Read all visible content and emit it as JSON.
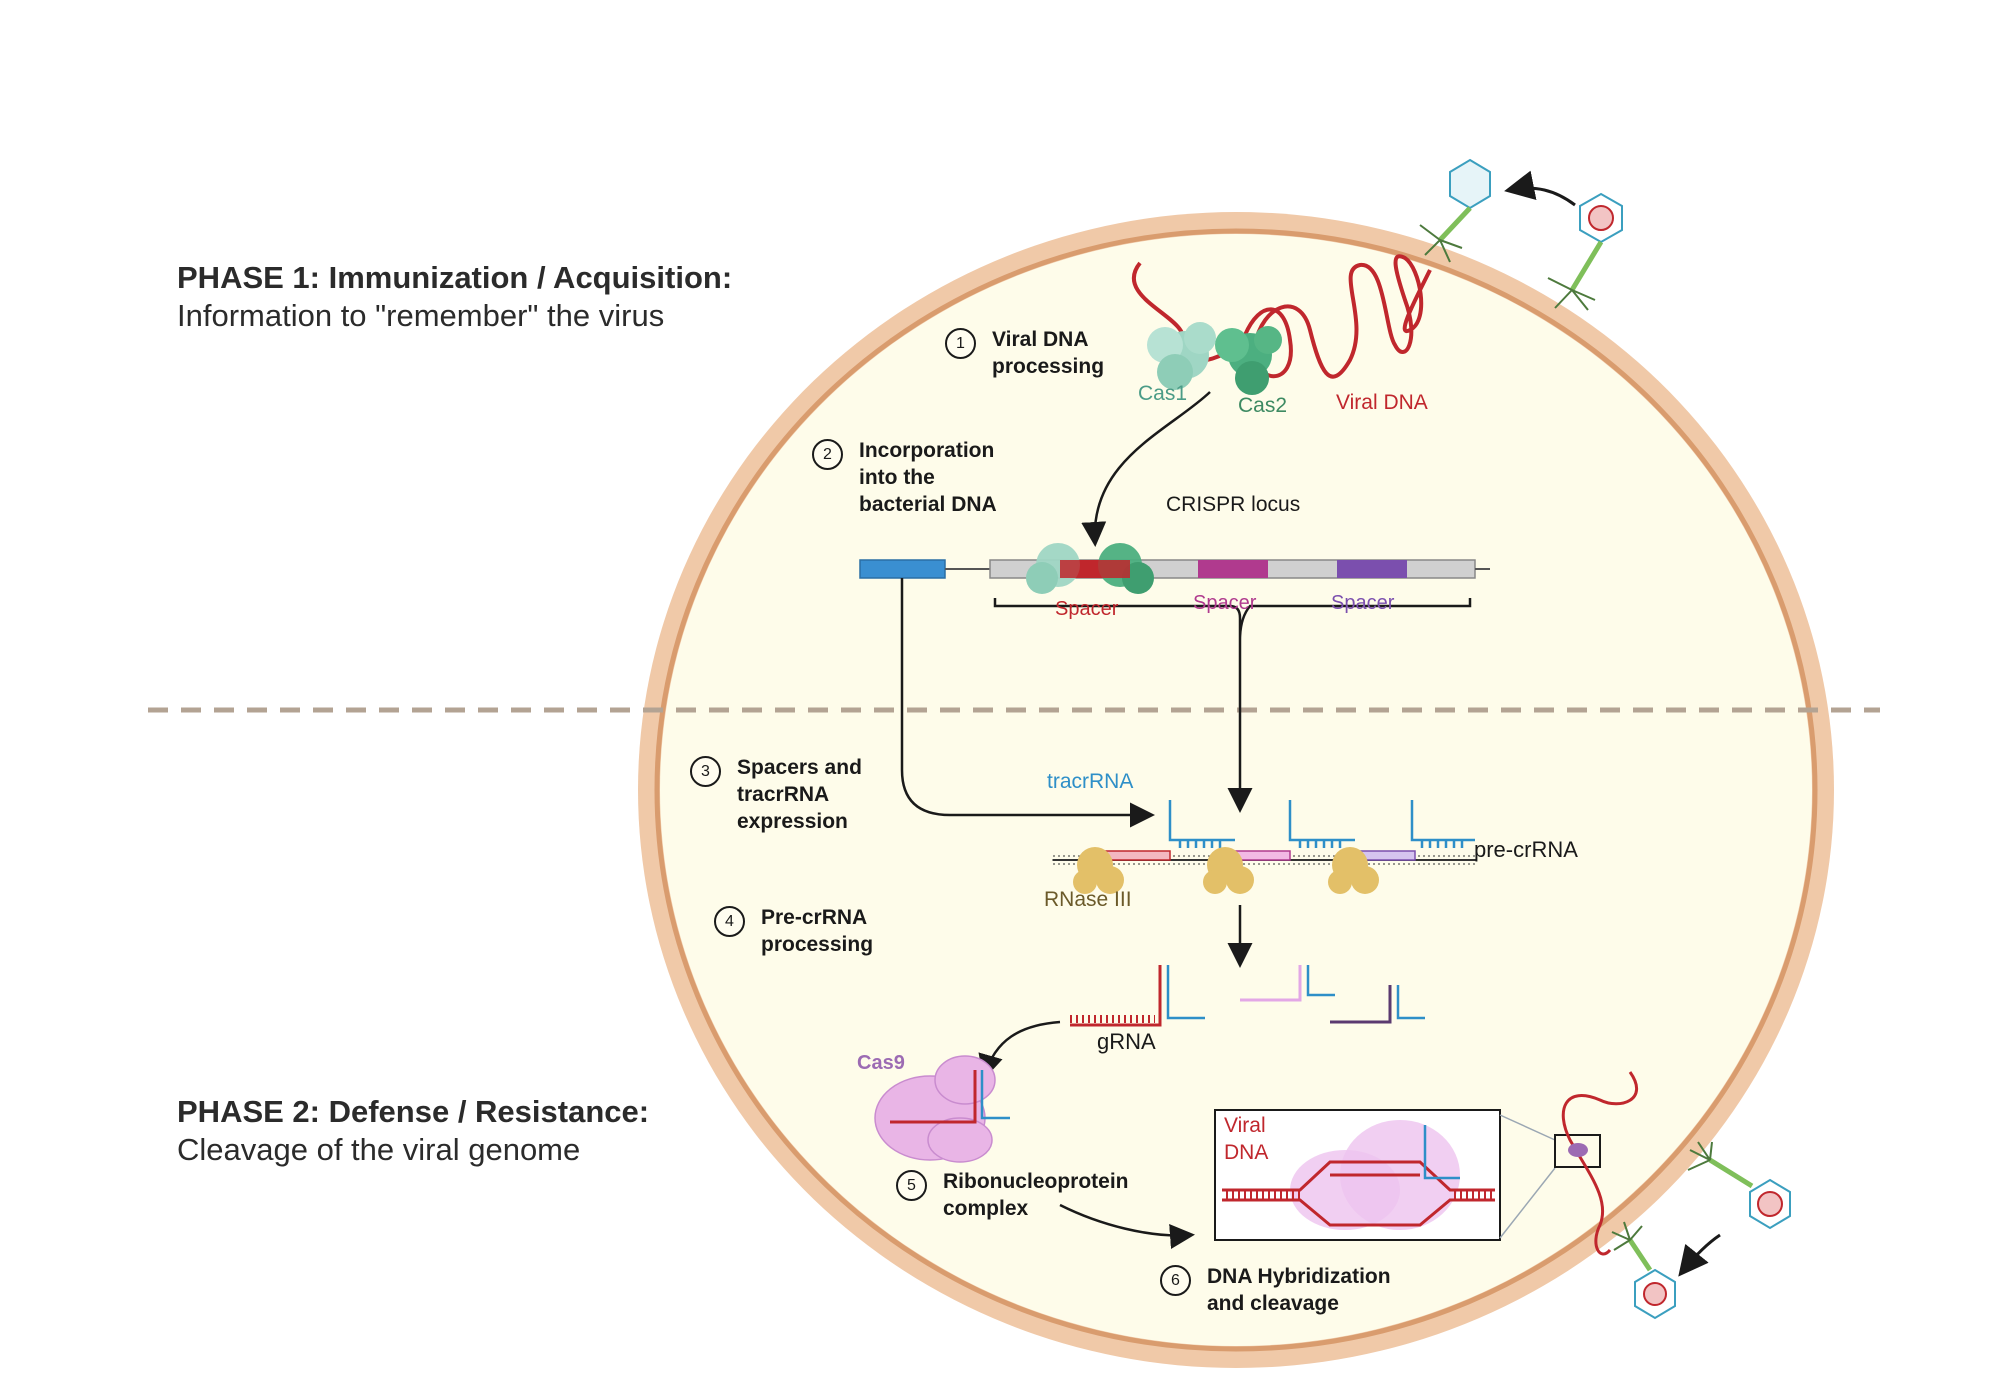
{
  "phases": {
    "phase1": {
      "title": "PHASE 1: Immunization / Acquisition:",
      "subtitle": "Information to \"remember\" the virus"
    },
    "phase2": {
      "title": "PHASE 2: Defense / Resistance:",
      "subtitle": "Cleavage of the viral genome"
    }
  },
  "steps": [
    {
      "num": "1",
      "label": "Viral DNA\nprocessing"
    },
    {
      "num": "2",
      "label": "Incorporation\ninto the\nbacterial DNA"
    },
    {
      "num": "3",
      "label": "Spacers and\ntracrRNA\nexpression"
    },
    {
      "num": "4",
      "label": "Pre-crRNA\nprocessing"
    },
    {
      "num": "5",
      "label": "Ribonucleoprotein\ncomplex"
    },
    {
      "num": "6",
      "label": "DNA Hybridization\nand cleavage"
    }
  ],
  "labels": {
    "cas1": "Cas1",
    "cas2": "Cas2",
    "viral_dna": "Viral DNA",
    "crispr_locus": "CRISPR locus",
    "spacer_1": "Spacer",
    "spacer_2": "Spacer",
    "spacer_3": "Spacer",
    "tracrrna": "tracrRNA",
    "pre_crrna": "pre-crRNA",
    "rnase_iii": "RNase III",
    "grna": "gRNA",
    "cas9": "Cas9",
    "inset_viral_dna": "Viral\nDNA"
  },
  "colors": {
    "cell_fill": "#fefcea",
    "cell_wall_outer": "#f0c9a8",
    "cell_wall_inner": "#d99c6e",
    "viral_dna": "#c0272d",
    "cas1": "#9fd6c4",
    "cas2": "#4caf80",
    "spacer_1": "#c0272d",
    "spacer_2": "#b03a8e",
    "spacer_3": "#7b4fae",
    "tracrrna": "#2e8fc8",
    "leader": "#3a8fd1",
    "rnase_iii": "#e3c068",
    "cas9": "#e9b5e6",
    "phase_divider": "#b3a393"
  },
  "icons": [
    "bacteriophage-icon",
    "protein-blob-icon",
    "circle-number-icon",
    "arrow-icon"
  ]
}
